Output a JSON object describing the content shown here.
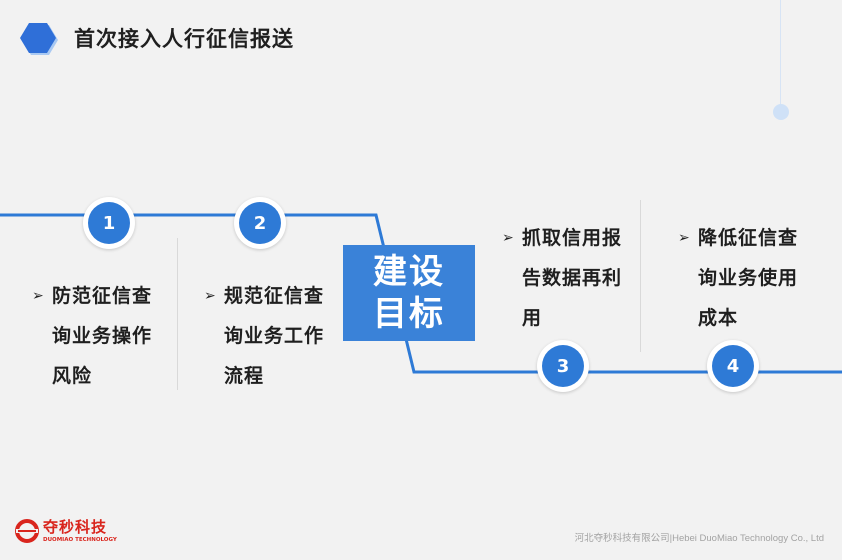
{
  "header": {
    "title": "首次接入人行征信报送"
  },
  "center": {
    "line1": "建设",
    "line2": "目标"
  },
  "nodes": [
    "1",
    "2",
    "3",
    "4"
  ],
  "goals": [
    {
      "text": "防范征信查\n询业务操作\n风险"
    },
    {
      "text": "规范征信查\n询业务工作\n流程"
    },
    {
      "text": "抓取信用报\n告数据再利\n用"
    },
    {
      "text": "降低征信查\n询业务使用\n成本"
    }
  ],
  "logo": {
    "name_cn": "夺秒科技",
    "name_en": "DUOMIAO TECHNOLOGY"
  },
  "footer": {
    "company": "河北夺秒科技有限公司|Hebei DuoMiao Technology Co., Ltd"
  },
  "colors": {
    "accent": "#2e7ad6",
    "center_box": "#3a82d8",
    "brand_red": "#d9251d"
  }
}
